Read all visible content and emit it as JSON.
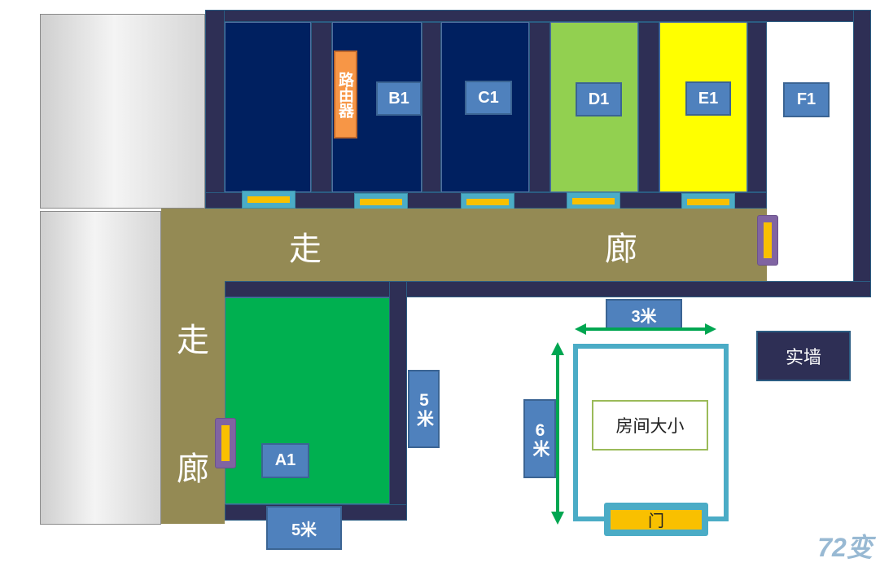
{
  "rooms": {
    "a1": "A1",
    "b1": "B1",
    "c1": "C1",
    "d1": "D1",
    "e1": "E1",
    "f1": "F1"
  },
  "router": "路由器",
  "corridor": {
    "char1": "走",
    "char2": "廊"
  },
  "dimensions": {
    "width_5m": "5米",
    "height_5m": "5米",
    "width_3m": "3米",
    "height_6m": "6米"
  },
  "legend": {
    "room_size": "房间大小",
    "door": "门",
    "solid_wall": "实墙"
  },
  "watermark": "72变",
  "colors": {
    "wall": "#2e2f55",
    "navy_room": "#002060",
    "green_room": "#00b050",
    "lightgreen_room": "#92d050",
    "yellow_room": "#ffff00",
    "corridor": "#948a54",
    "label_blue": "#4f81bd",
    "router_orange": "#f79646",
    "door_frame": "#4bacc6",
    "door_bar": "#f9c000",
    "door_side": "#8064a2"
  }
}
